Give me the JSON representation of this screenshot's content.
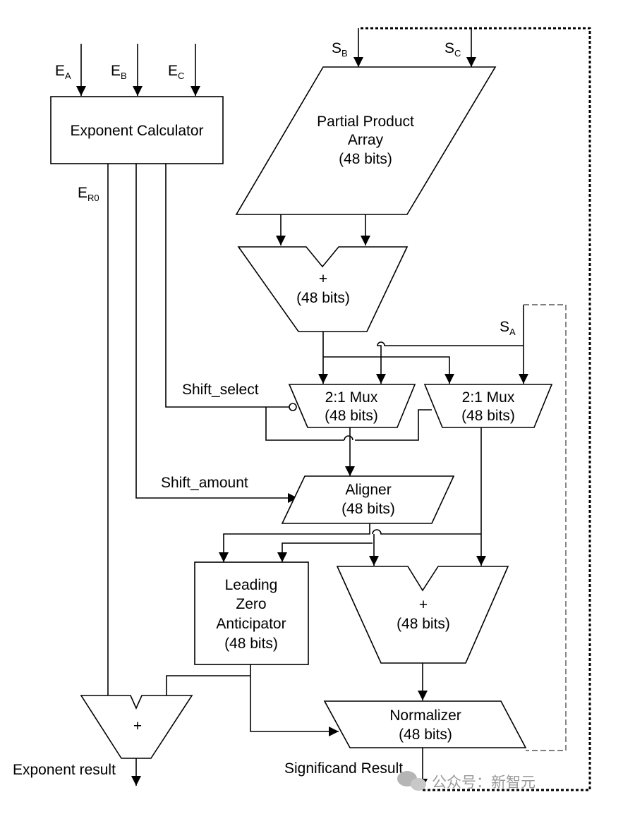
{
  "inputs": {
    "ea": {
      "main": "E",
      "sub": "A"
    },
    "eb": {
      "main": "E",
      "sub": "B"
    },
    "ec": {
      "main": "E",
      "sub": "C"
    },
    "sb": {
      "main": "S",
      "sub": "B"
    },
    "sc": {
      "main": "S",
      "sub": "C"
    },
    "sa": {
      "main": "S",
      "sub": "A"
    },
    "er0": {
      "main": "E",
      "sub": "R0"
    }
  },
  "blocks": {
    "exponent_calculator": "Exponent Calculator",
    "partial_product": {
      "line1": "Partial Product",
      "line2": "Array",
      "line3": "(48 bits)"
    },
    "adder_top": {
      "op": "+",
      "width": "(48 bits)"
    },
    "mux_left": {
      "line1": "2:1 Mux",
      "line2": "(48 bits)"
    },
    "mux_right": {
      "line1": "2:1 Mux",
      "line2": "(48 bits)"
    },
    "aligner": {
      "line1": "Aligner",
      "line2": "(48 bits)"
    },
    "lza": {
      "line1": "Leading",
      "line2": "Zero",
      "line3": "Anticipator",
      "line4": "(48 bits)"
    },
    "adder_mid": {
      "op": "+",
      "width": "(48 bits)"
    },
    "normalizer": {
      "line1": "Normalizer",
      "line2": "(48 bits)"
    },
    "exp_adder": {
      "op": "+"
    }
  },
  "signals": {
    "shift_select": "Shift_select",
    "shift_amount": "Shift_amount"
  },
  "outputs": {
    "exponent_result": "Exponent result",
    "significand_result": "Significand Result"
  },
  "watermark": "公众号：新智元"
}
